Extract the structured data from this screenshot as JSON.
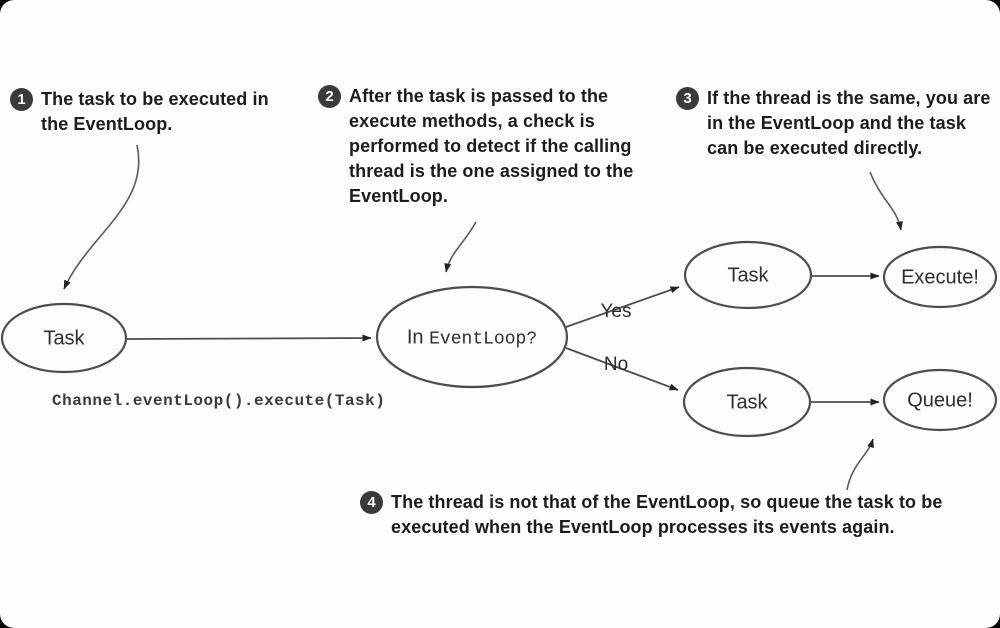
{
  "callouts": [
    {
      "number": "1",
      "text": "The task to be executed in the EventLoop."
    },
    {
      "number": "2",
      "text": "After the task is passed to the execute methods, a check is performed to detect if the calling thread is the one assigned to the EventLoop."
    },
    {
      "number": "3",
      "text": "If the thread is the same, you are in the EventLoop and the task can be executed directly."
    },
    {
      "number": "4",
      "text": "The thread is not that of the EventLoop, so queue the task to be executed when the EventLoop processes its events again."
    }
  ],
  "nodes": {
    "task_input": "Task",
    "decision_prefix": "In ",
    "decision_code": "EventLoop?",
    "task_yes": "Task",
    "execute": "Execute!",
    "task_no": "Task",
    "queue": "Queue!"
  },
  "edges": {
    "yes_label": "Yes",
    "no_label": "No"
  },
  "code_caption": "Channel.eventLoop().execute(Task)",
  "colors": {
    "outer_background": "#000000",
    "page_background": "#fdfdfd",
    "ellipse_stroke": "#4d4d4d",
    "text": "#1c1c1c",
    "badge_background": "#3a3a3a",
    "badge_text": "#ffffff"
  }
}
